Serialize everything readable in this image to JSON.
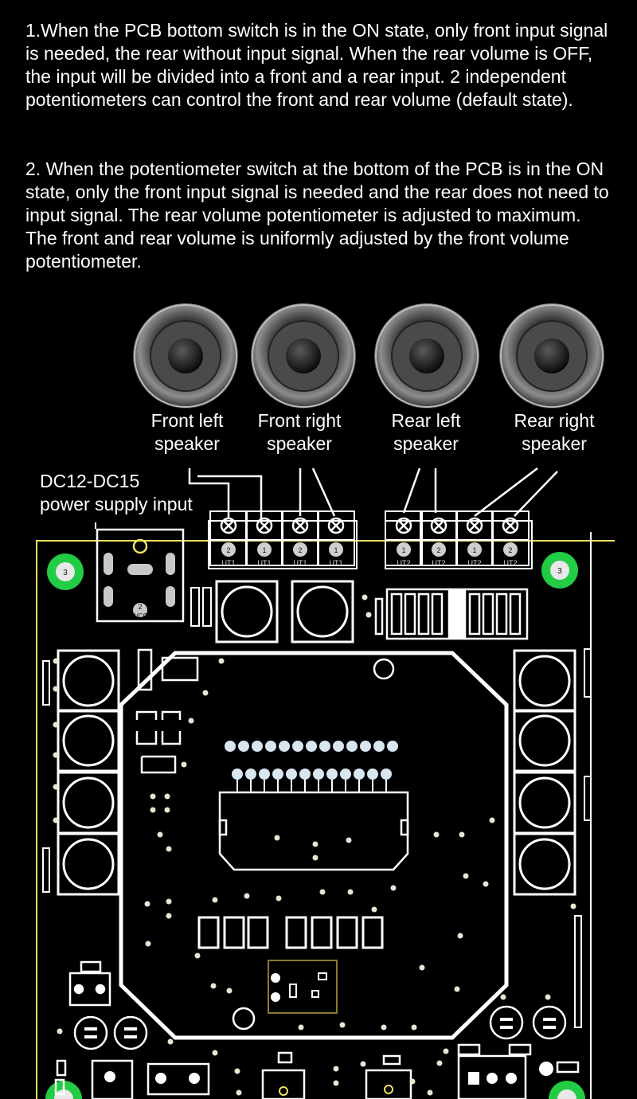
{
  "paragraphs": {
    "p1": "1.When the PCB bottom switch is in the ON state, only front input signal is needed, the rear without input signal. When the rear volume is OFF, the input will be divided into a front and a rear input. 2 independent potentiometers can control the front and rear volume (default state).",
    "p2": "2. When the potentiometer switch at the bottom of the PCB is in the ON state, only the front input signal is needed and the rear does not need to input signal. The rear volume potentiometer is adjusted to maximum. The front and rear volume is uniformly adjusted by the front volume potentiometer."
  },
  "labels": {
    "front_left": "Front left\nspeaker",
    "front_right": "Front right\nspeaker",
    "rear_left": "Rear left\nspeaker",
    "rear_right": "Rear right\nspeaker",
    "power": "DC12-DC15\npower supply input"
  },
  "pcb_marks": {
    "terminal_pins": [
      "2",
      "1",
      "2",
      "1",
      "1",
      "2",
      "1",
      "2"
    ],
    "terminal_names": [
      "UT1",
      "UT1",
      "UT1",
      "UT1",
      "UT2",
      "UT2",
      "UT2",
      "UT2"
    ],
    "mount_hole": "3",
    "power_pin": "2",
    "power_net": "VCC"
  },
  "colors": {
    "trace": "#ffffff",
    "board_edge": "#f0e060",
    "pad_green": "#22cc44",
    "pad_silver": "#c8c8c8",
    "switch_outline": "#8a7a30"
  }
}
